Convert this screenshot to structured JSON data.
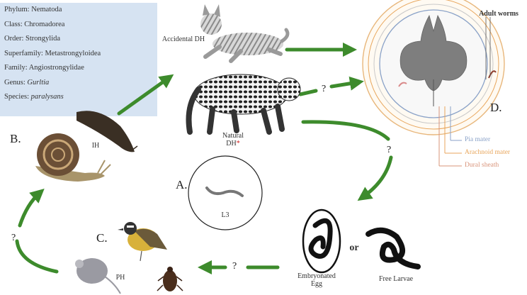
{
  "taxonomy": {
    "phylum": "Phylum: Nematoda",
    "class": "Class: Chromadorea",
    "order": "Order: Strongylida",
    "superfamily": "Superfamily: Metastrongyloidea",
    "family": "Family: Angiostrongylidae",
    "genus_prefix": "Genus: ",
    "genus_name": "Gurltia",
    "species_prefix": "Species: ",
    "species_name": "paralysans"
  },
  "hosts": {
    "accidental": "Accidental DH",
    "natural": "Natural DH",
    "natural_mark": "*",
    "intermediate": "IH",
    "paratenic": "PH"
  },
  "stages": {
    "a_letter": "A.",
    "b_letter": "B.",
    "c_letter": "C.",
    "d_letter": "D.",
    "larva_label": "L3",
    "egg_label": "Embryonated Egg",
    "or_label": "or",
    "free_larvae": "Free Larvae",
    "adult_worms": "Adult worms"
  },
  "spinal_cord": {
    "pia": "Pia mater",
    "arachnoid": "Arachnoid mater",
    "dural": "Dural sheath"
  },
  "uncertain_mark": "?",
  "colors": {
    "arrow": "#3d8b2c",
    "taxonomy_bg": "#d6e3f2",
    "pia": "#8aa2c8",
    "arachnoid": "#e8a65c",
    "dural": "#d9947a"
  }
}
